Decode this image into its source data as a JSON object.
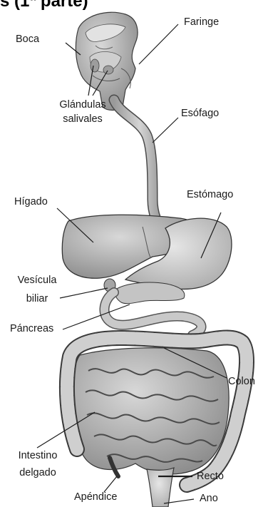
{
  "diagram": {
    "title": "s (1ª parte)",
    "labels": {
      "boca": "Boca",
      "faringe": "Faringe",
      "glandulas_1": "Glándulas",
      "glandulas_2": "salivales",
      "esofago": "Esófago",
      "higado": "Hígado",
      "estomago": "Estómago",
      "vesicula_1": "Vesícula",
      "vesicula_2": "biliar",
      "pancreas": "Páncreas",
      "colon": "Colon",
      "intestino_1": "Intestino",
      "intestino_2": "delgado",
      "recto": "Recto",
      "apendice": "Apéndice",
      "ano": "Ano"
    },
    "colors": {
      "organ_fill": "#bdbdbd",
      "organ_dark": "#8a8a8a",
      "organ_light": "#dcdcdc",
      "outline": "#3a3a3a",
      "leader_line": "#1a1a1a"
    }
  }
}
